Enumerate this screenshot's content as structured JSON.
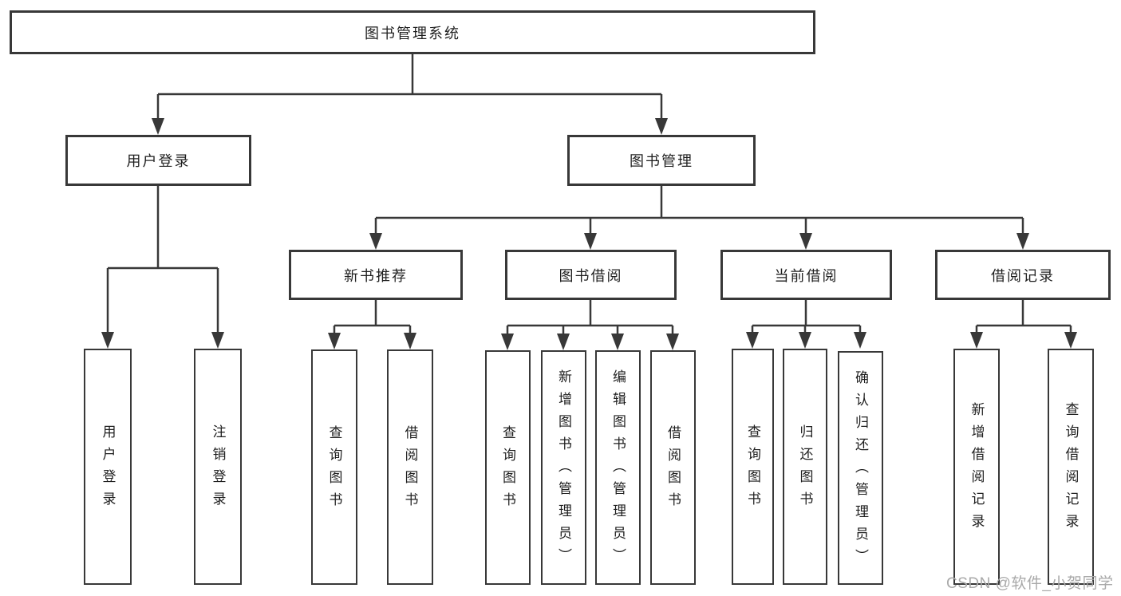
{
  "colors": {
    "background": "#ffffff",
    "line": "#383838",
    "text": "#1f1f1f",
    "watermark": "#a9a9a9"
  },
  "watermark": {
    "text": "CSDN @软件_小贺同学"
  },
  "diagram": {
    "title": "图书管理系统",
    "nodes": {
      "root": {
        "label": "图书管理系统"
      },
      "user_login": {
        "label": "用户登录"
      },
      "book_mgmt": {
        "label": "图书管理"
      },
      "new_book": {
        "label": "新书推荐"
      },
      "book_borrow": {
        "label": "图书借阅"
      },
      "current_borrow": {
        "label": "当前借阅"
      },
      "borrow_records": {
        "label": "借阅记录"
      },
      "ul_login": {
        "label": "用户登录"
      },
      "ul_logout": {
        "label": "注销登录"
      },
      "nb_query": {
        "label": "查询图书"
      },
      "nb_borrow": {
        "label": "借阅图书"
      },
      "bb_query": {
        "label": "查询图书"
      },
      "bb_add": {
        "label": "新增图书（管理员）"
      },
      "bb_edit": {
        "label": "编辑图书（管理员）"
      },
      "bb_borrow": {
        "label": "借阅图书"
      },
      "cb_query": {
        "label": "查询图书"
      },
      "cb_return": {
        "label": "归还图书"
      },
      "cb_confirm": {
        "label": "确认归还（管理员）"
      },
      "br_add": {
        "label": "新增借阅记录"
      },
      "br_query": {
        "label": "查询借阅记录"
      }
    },
    "hierarchy": {
      "root": [
        "user_login",
        "book_mgmt"
      ],
      "user_login": [
        "ul_login",
        "ul_logout"
      ],
      "book_mgmt": [
        "new_book",
        "book_borrow",
        "current_borrow",
        "borrow_records"
      ],
      "new_book": [
        "nb_query",
        "nb_borrow"
      ],
      "book_borrow": [
        "bb_query",
        "bb_add",
        "bb_edit",
        "bb_borrow"
      ],
      "current_borrow": [
        "cb_query",
        "cb_return",
        "cb_confirm"
      ],
      "borrow_records": [
        "br_add",
        "br_query"
      ]
    }
  }
}
